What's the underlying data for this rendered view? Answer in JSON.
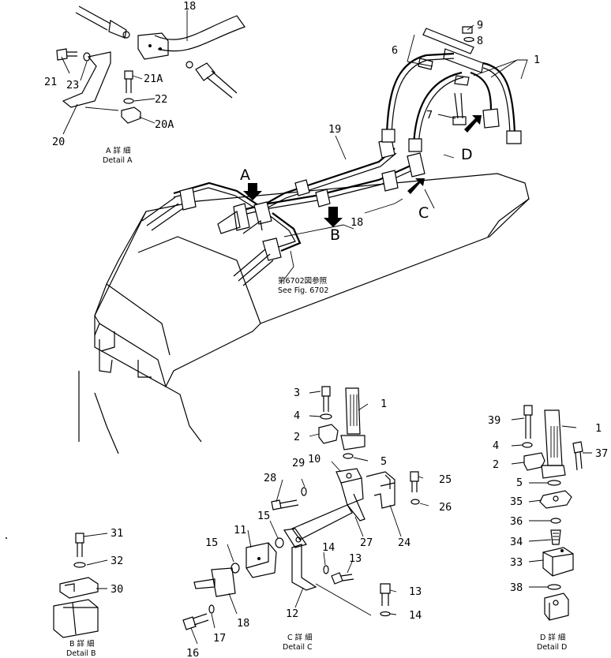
{
  "callouts": [
    {
      "key": "c18a",
      "text": "18"
    },
    {
      "key": "c9",
      "text": "9"
    },
    {
      "key": "c8",
      "text": "8"
    },
    {
      "key": "c6",
      "text": "6"
    },
    {
      "key": "c1a",
      "text": "1"
    },
    {
      "key": "c21",
      "text": "21"
    },
    {
      "key": "c23",
      "text": "23"
    },
    {
      "key": "c21A",
      "text": "21A"
    },
    {
      "key": "c22a",
      "text": "22"
    },
    {
      "key": "c20A",
      "text": "20A"
    },
    {
      "key": "c20",
      "text": "20"
    },
    {
      "key": "c7",
      "text": "7"
    },
    {
      "key": "c19",
      "text": "19"
    },
    {
      "key": "c18b",
      "text": "18"
    },
    {
      "key": "c3",
      "text": "3"
    },
    {
      "key": "c4a",
      "text": "4"
    },
    {
      "key": "c2a",
      "text": "2"
    },
    {
      "key": "c1b",
      "text": "1"
    },
    {
      "key": "c5a",
      "text": "5"
    },
    {
      "key": "c29",
      "text": "29"
    },
    {
      "key": "c10",
      "text": "10"
    },
    {
      "key": "c28",
      "text": "28"
    },
    {
      "key": "c25",
      "text": "25"
    },
    {
      "key": "c26",
      "text": "26"
    },
    {
      "key": "c15a",
      "text": "15"
    },
    {
      "key": "c11",
      "text": "11"
    },
    {
      "key": "c15b",
      "text": "15"
    },
    {
      "key": "c27",
      "text": "27"
    },
    {
      "key": "c24",
      "text": "24"
    },
    {
      "key": "c14a",
      "text": "14"
    },
    {
      "key": "c13a",
      "text": "13"
    },
    {
      "key": "c13b",
      "text": "13"
    },
    {
      "key": "c14b",
      "text": "14"
    },
    {
      "key": "c18c",
      "text": "18"
    },
    {
      "key": "c17",
      "text": "17"
    },
    {
      "key": "c16",
      "text": "16"
    },
    {
      "key": "c12",
      "text": "12"
    },
    {
      "key": "c31",
      "text": "31"
    },
    {
      "key": "c32",
      "text": "32"
    },
    {
      "key": "c30",
      "text": "30"
    },
    {
      "key": "c39",
      "text": "39"
    },
    {
      "key": "c1c",
      "text": "1"
    },
    {
      "key": "c4b",
      "text": "4"
    },
    {
      "key": "c37",
      "text": "37"
    },
    {
      "key": "c2b",
      "text": "2"
    },
    {
      "key": "c5b",
      "text": "5"
    },
    {
      "key": "c35",
      "text": "35"
    },
    {
      "key": "c36",
      "text": "36"
    },
    {
      "key": "c34",
      "text": "34"
    },
    {
      "key": "c33",
      "text": "33"
    },
    {
      "key": "c38",
      "text": "38"
    }
  ],
  "views": [
    {
      "key": "A",
      "text": "A"
    },
    {
      "key": "B",
      "text": "B"
    },
    {
      "key": "C",
      "text": "C"
    },
    {
      "key": "D",
      "text": "D"
    }
  ],
  "captions": [
    {
      "key": "detA1",
      "text": "A 詳 細"
    },
    {
      "key": "detA2",
      "text": "Detail A"
    },
    {
      "key": "fig1",
      "text": "第6702図参照"
    },
    {
      "key": "fig2",
      "text": "See Fig. 6702"
    },
    {
      "key": "detB1",
      "text": "B 詳 細"
    },
    {
      "key": "detB2",
      "text": "Detail B"
    },
    {
      "key": "detC1",
      "text": "C 詳 細"
    },
    {
      "key": "detC2",
      "text": "Detail C"
    },
    {
      "key": "detD1",
      "text": "D 詳 細"
    },
    {
      "key": "detD2",
      "text": "Detail D"
    }
  ]
}
